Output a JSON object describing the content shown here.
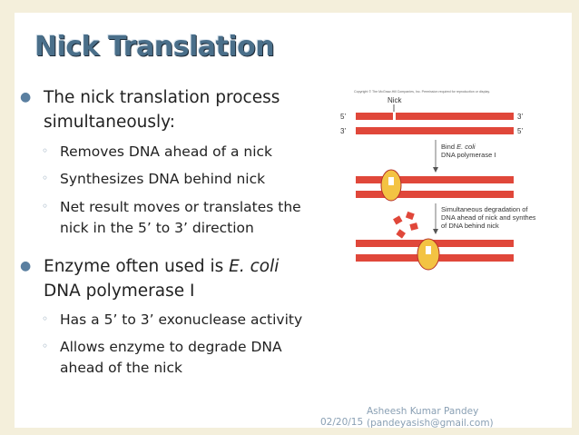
{
  "slide": {
    "title": "Nick Translation",
    "bullets": [
      {
        "text": "The nick translation process",
        "cont": "simultaneously:"
      },
      {
        "text": "Enzyme often used is ",
        "italic": "E. coli",
        "cont": "DNA polymerase I"
      }
    ],
    "sub_bullets_1": [
      "Removes DNA ahead of a nick",
      "Synthesizes DNA behind nick",
      "Net result moves or translates the",
      "nick in the 5’ to 3’ direction"
    ],
    "sub_bullets_2": [
      "Has a 5’ to 3’ exonuclease activity",
      "Allows enzyme to degrade DNA",
      "ahead of the nick"
    ],
    "footer": {
      "date": "02/20/15",
      "author": "Asheesh Kumar Pandey",
      "email": "(pandeyasish@gmail.com)"
    }
  },
  "diagram": {
    "copyright": "Copyright © The McGraw-Hill Companies, Inc. Permission required for reproduction or display.",
    "nick_label": "Nick",
    "end_5_top": "5’",
    "end_3_top": "3’",
    "end_3_bottom": "3’",
    "end_5_bottom": "5’",
    "step1_line1": "Bind ",
    "step1_italic": "E. coli",
    "step1_line2": "DNA polymerase I",
    "step2_line1": "Simultaneous degradation of",
    "step2_line2": "DNA ahead of nick and synthesis",
    "step2_line3": "of DNA behind nick",
    "colors": {
      "strand": "#e0473a",
      "enzyme": "#f3c343",
      "enzyme_edge": "#b6302a"
    }
  }
}
